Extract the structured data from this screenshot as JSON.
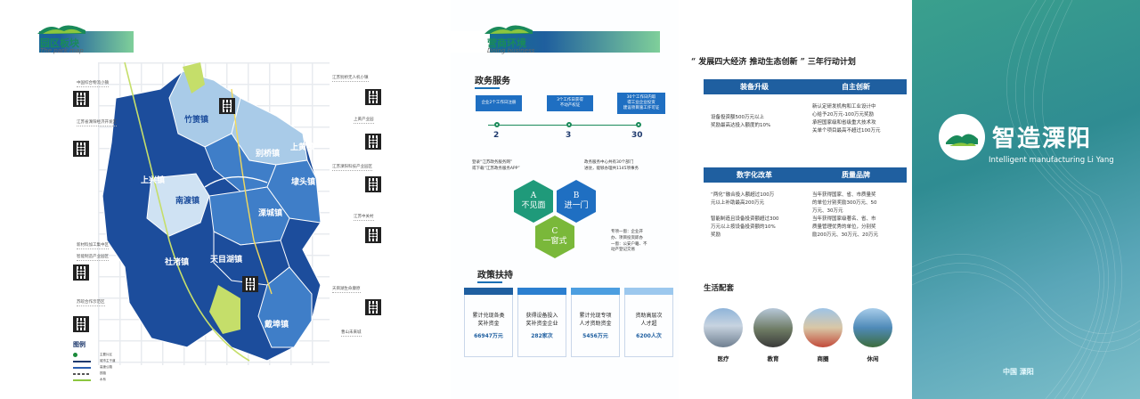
{
  "panel1": {
    "header": {
      "title": "园区板块",
      "subtitle": "The park map"
    },
    "labels": [
      "中国综合物流小镇",
      "江苏省溧阳经济开发区",
      "新材料加工集中区",
      "智能制造产业园区",
      "苏皖合作示范区",
      "江苏别桥无人机小镇",
      "上黄产业园",
      "江苏中关村",
      "江苏溧阳科技产业园区",
      "天目湖生命康原",
      "曹山未来城"
    ],
    "towns": [
      "上兴镇",
      "竹箦镇",
      "南渡镇",
      "社渚镇",
      "上黄镇",
      "别桥镇",
      "溧城镇",
      "埭头镇",
      "天目湖镇",
      "戴埠镇"
    ],
    "legend": {
      "title": "图例",
      "items": [
        {
          "text": "主要片区",
          "color": "#1a8a3a"
        },
        {
          "text": "城市主干道",
          "color": "#1f3a6e"
        },
        {
          "text": "高速公路",
          "color": "#2b5fb0"
        },
        {
          "text": "铁路",
          "color": "#555555"
        },
        {
          "text": "水系",
          "color": "#8cc63f"
        }
      ]
    },
    "colors": {
      "map_dark": "#1c4d9c",
      "map_mid": "#3f7ec8",
      "map_light": "#a9cbe8",
      "map_green": "#c5de6a"
    }
  },
  "panel2": {
    "header": {
      "title": "营商环境",
      "subtitle": "Doing business"
    },
    "gov_title": "政务服务",
    "steps": [
      {
        "text": "企业2个工作日注册",
        "num": "2"
      },
      {
        "text": "3个工作日获得\n不动产权证",
        "num": "3"
      },
      {
        "text": "30个工作日内取\n得工业企业投资\n建设项目施工许可证",
        "num": "30"
      }
    ],
    "note_left": "登录“江苏政务服务网”\n或下载“江苏政务服务APP”",
    "note_right": "政务服务中心共有30个部门\n进驻，能够办理共1145项事务",
    "note_bottom": "专项一窗：企业开\n办、项目投资即办\n一窗：公安户籍、不\n动产登记交易",
    "hexes": [
      {
        "letter": "A",
        "text": "不见面"
      },
      {
        "letter": "B",
        "text": "进一门"
      },
      {
        "letter": "C",
        "text": "一窗式"
      }
    ],
    "policy_title": "政策扶持",
    "policies": [
      {
        "text": "累计兑现各类\n奖补资金",
        "value": "66947万元"
      },
      {
        "text": "获得设备投入\n奖补资金企业",
        "value": "282家次"
      },
      {
        "text": "累计兑现专项\n人才资助资金",
        "value": "5456万元"
      },
      {
        "text": "资助高层次\n人才超",
        "value": "6200人次"
      }
    ]
  },
  "panel3": {
    "plan_title": "“ 发展四大经济 推动生态创新 ” 三年行动计划",
    "boxes": [
      {
        "head": "装备升级",
        "body": "设备投资额500万元以上\n奖励最高达投入额度的10%"
      },
      {
        "head": "自主创新",
        "body": "新认定研发机构和工业设计中\n心给予20万元-100万元奖励\n承担国家级和省级重大技术攻\n关单个项目最高不超过100万元"
      },
      {
        "head": "数字化改革",
        "body": "“两化”融合投入额超过100万\n元以上补助最高200万元\n\n智能制造且设备投资额超过300\n万元以上按设备投资额的10%\n奖励"
      },
      {
        "head": "质量品牌",
        "body": "当年获得国家、省、市质量奖\n的单位分别奖励300万元、50\n万元、30万元\n当年获得国家级著名、省、市\n质量管理优秀的单位，分别奖\n励200万元、30万元、20万元"
      }
    ],
    "life_title": "生活配套",
    "life": [
      "医疗",
      "教育",
      "商圈",
      "休闲"
    ]
  },
  "panel4": {
    "title": "智造溧阳",
    "subtitle": "Intelligent manufacturing Li Yang",
    "footer": "中国 溧阳"
  }
}
